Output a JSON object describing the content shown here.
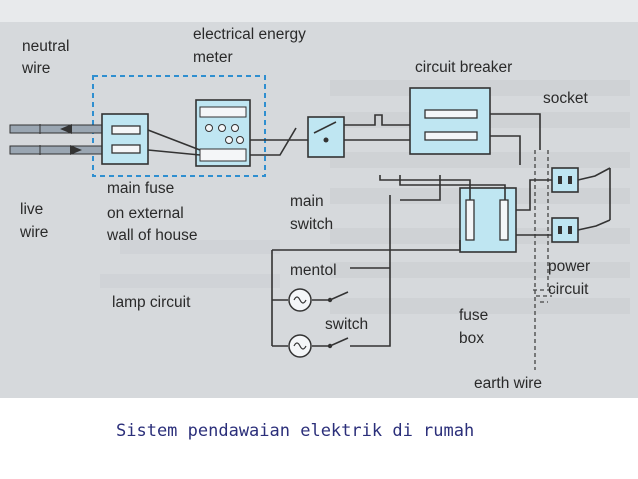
{
  "labels": {
    "neutral_wire": [
      "neutral",
      "wire"
    ],
    "electrical_energy_meter": [
      "electrical energy",
      "meter"
    ],
    "circuit_breaker": "circuit breaker",
    "socket": "socket",
    "live_wire": [
      "live",
      "wire"
    ],
    "main_fuse": "main fuse",
    "external_wall": [
      "on external",
      "wall of house"
    ],
    "main_switch": [
      "main",
      "switch"
    ],
    "mentol": "mentol",
    "lamp_circuit": "lamp circuit",
    "switch": "switch",
    "fuse_box": [
      "fuse",
      "box"
    ],
    "power_circuit": [
      "power",
      "circuit"
    ],
    "earth_wire": "earth wire"
  },
  "caption": "Sistem pendawaian elektrik di rumah",
  "colors": {
    "component_fill": "#bfe6f2",
    "dashed_outline": "#2f8fd0",
    "caption_text": "#2b2f7a",
    "photo_background": "#d9dcdf"
  }
}
